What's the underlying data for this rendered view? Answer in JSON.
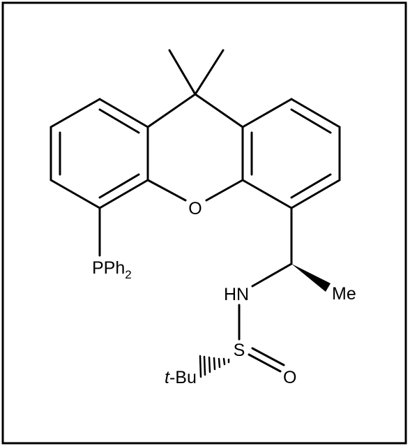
{
  "structure": {
    "atoms": {
      "oxygen_ring": "O",
      "phosphine": {
        "main": "PPh",
        "subscript": "2"
      },
      "amine": "HN",
      "methyl": "Me",
      "sulfur": "S",
      "sulfinyl_oxygen": "O",
      "tert_butyl": {
        "prefix": "t",
        "suffix": "-Bu"
      }
    }
  }
}
